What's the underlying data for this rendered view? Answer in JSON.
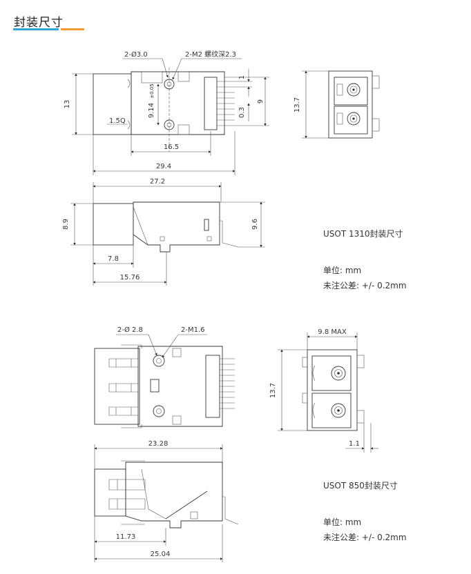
{
  "header": {
    "title": "封装尺寸"
  },
  "usot1310": {
    "top_view": {
      "screw_holes": "2-Ø3.0",
      "thread": "2-M2 螺纹深2.3",
      "h13": "13",
      "sq": "1.5Q",
      "d914": "9.14",
      "tol": "±0.05",
      "d165": "16.5",
      "d294": "29.4",
      "d1": "1",
      "d03": "0.3",
      "d9": "9"
    },
    "end_view": {
      "h137": "13.7"
    },
    "side_view": {
      "d272": "27.2",
      "d89": "8.9",
      "d96": "9.6",
      "d78": "7.8",
      "d1576": "15.76"
    },
    "notes": {
      "title": "USOT 1310封装尺寸",
      "unit": "单位: mm",
      "tolerance": "未注公差: +/- 0.2mm"
    }
  },
  "usot850": {
    "top_view": {
      "holes": "2-Ø 2.8",
      "thread": "2-M1.6",
      "d2328": "23.28"
    },
    "end_view": {
      "w98": "9.8 MAX",
      "h137": "13.7",
      "d11": "1.1"
    },
    "side_view": {
      "d1173": "11.73",
      "d2504": "25.04"
    },
    "notes": {
      "title": "USOT 850封装尺寸",
      "unit": "单位: mm",
      "tolerance": "未注公差: +/- 0.2mm"
    }
  },
  "colors": {
    "accent_blue": "#2ea3d8",
    "accent_orange": "#f39a33"
  }
}
